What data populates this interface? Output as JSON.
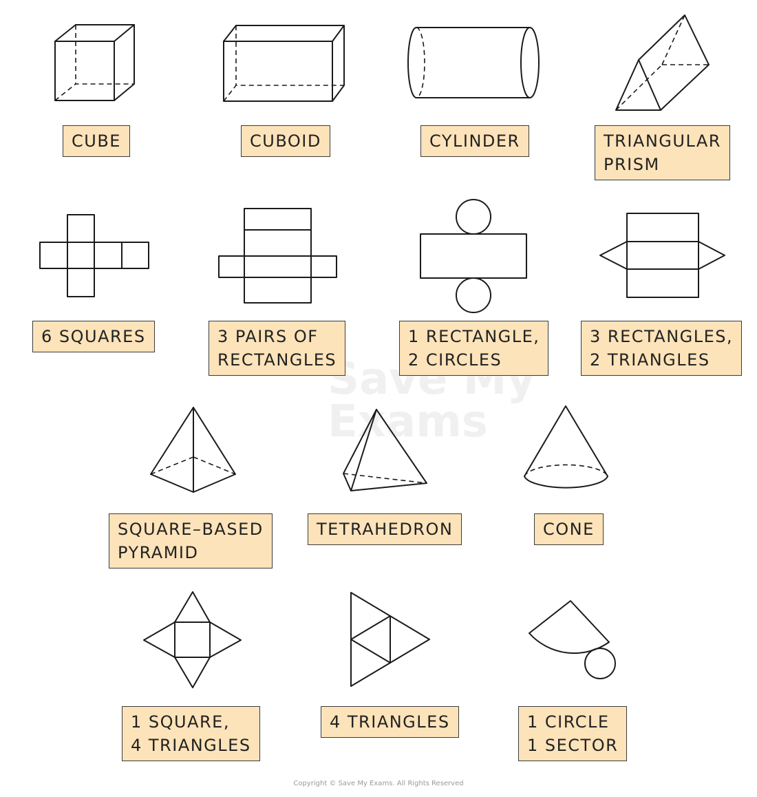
{
  "labels": {
    "cube": "CUBE",
    "cuboid": "CUBOID",
    "cylinder": "CYLINDER",
    "triangular_prism": [
      "TRIANGULAR",
      "PRISM"
    ],
    "cube_net": "6 SQUARES",
    "cuboid_net": [
      "3 PAIRS OF",
      "RECTANGLES"
    ],
    "cylinder_net": [
      "1 RECTANGLE,",
      "2 CIRCLES"
    ],
    "prism_net": [
      "3 RECTANGLES,",
      "2 TRIANGLES"
    ],
    "square_pyramid": [
      "SQUARE–BASED",
      "PYRAMID"
    ],
    "tetrahedron": "TETRAHEDRON",
    "cone": "CONE",
    "pyramid_net": [
      "1 SQUARE,",
      "4 TRIANGLES"
    ],
    "tetrahedron_net": "4 TRIANGLES",
    "cone_net": [
      "1 CIRCLE",
      "1 SECTOR"
    ]
  },
  "watermark": [
    "Save My",
    "Exams"
  ],
  "copyright": "Copyright © Save My Exams. All Rights Reserved",
  "colors": {
    "label_fill": "#fde3ba",
    "stroke": "#1a1a1a"
  }
}
